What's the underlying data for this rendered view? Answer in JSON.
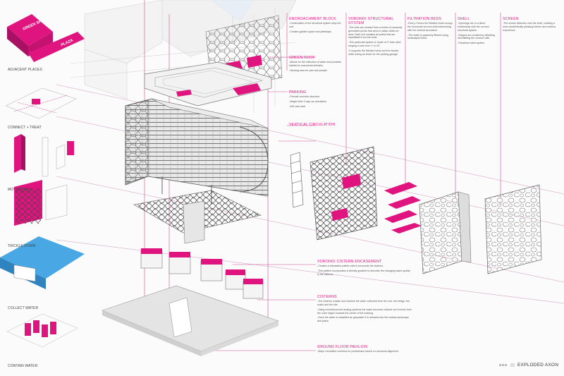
{
  "title": "EXPLODED AXON",
  "colors": {
    "magenta": "#e0147e",
    "blue": "#49a8e3",
    "line": "#888888",
    "dark": "#444444"
  },
  "sidebar": {
    "zones": [
      "GREEN SPACE",
      "PLAZA"
    ],
    "steps": [
      "ADJACENT PLACES",
      "CONNECT + TREAT",
      "MOVE DOWN",
      "TRICKLE DOWN",
      "COLLECT WATER",
      "CONTAIN WATER"
    ]
  },
  "annotations": {
    "encroachment": {
      "heading": "ENCROACHMENT BLOCK",
      "body": [
        "-Continuation of the structural system atop the roof.",
        "-Creates garden space and pathways."
      ]
    },
    "green_roof": {
      "heading": "GREEN ROOF",
      "body": [
        "-Allows for the collection of water and provides habitat for macroinvertebrates.",
        "-Viewing area for cars and people."
      ]
    },
    "parking": {
      "heading": "PARKING",
      "body": [
        "-Precast concrete structure.",
        "-Single helix 2 way car circulation.",
        "-330 cars total."
      ]
    },
    "vertical_circulation": {
      "heading": "VERTICAL CIRCULATION"
    },
    "voronoi_system": {
      "heading": "VORONOI STRUCTURAL SYSTEM",
      "body": [
        "-The cells are created from a series of randomly generated points that send a radiac within an area. Each cell contains all points that are equidistant from the node.",
        "-This particular system is made of 4\" tube steel ranging in size from 1' to 20'.",
        "-It supports the filtration beds and the facade, while acting as shear for the parking garage."
      ]
    },
    "filtration": {
      "heading": "FILTRATION BEDS",
      "body": [
        "-Every 2 floors the filtration beds occupy the horizontal voronoi cells intersecting with the vertical circulation.",
        "-The water is passively filtered using landscaped beds."
      ]
    },
    "shell": {
      "heading": "SHELL",
      "body": [
        "-Openings are in a direct relationship with the voronoi structural system.",
        "-Shapes are created by offsetting and filleting the voronoi cells.",
        "-Panelized steel system."
      ]
    },
    "screen": {
      "heading": "SCREEN",
      "body": [
        "-The screen attaches onto the shell, creating a more aesthetically pleasing interior and exterior experience."
      ]
    },
    "cistern_encasement": {
      "heading": "VORONOI CISTERN ENCASEMENT",
      "body": [
        "-Creates a interaction pattern which surrounds the cisterns.",
        "-This pattern incorporates a density gradient to describe the changing water quality in the cisterns."
      ]
    },
    "cisterns": {
      "heading": "CISTERNS",
      "body": [
        "-The cisterns contain and cleanse the water collected from the roof, the bridge, the roads and the site.",
        "-Using mechanical and analog systems the water becomes cleaner as it moves from the outer edges towards the center of the building.",
        "-Once the water is classified as greywater it is released into the nearby landscape and plaza."
      ]
    },
    "ground_floor": {
      "heading": "GROUND FLOOR PAVILION",
      "body": [
        "-Major circulation corridors for pedestrians based on structural alignment."
      ]
    }
  }
}
